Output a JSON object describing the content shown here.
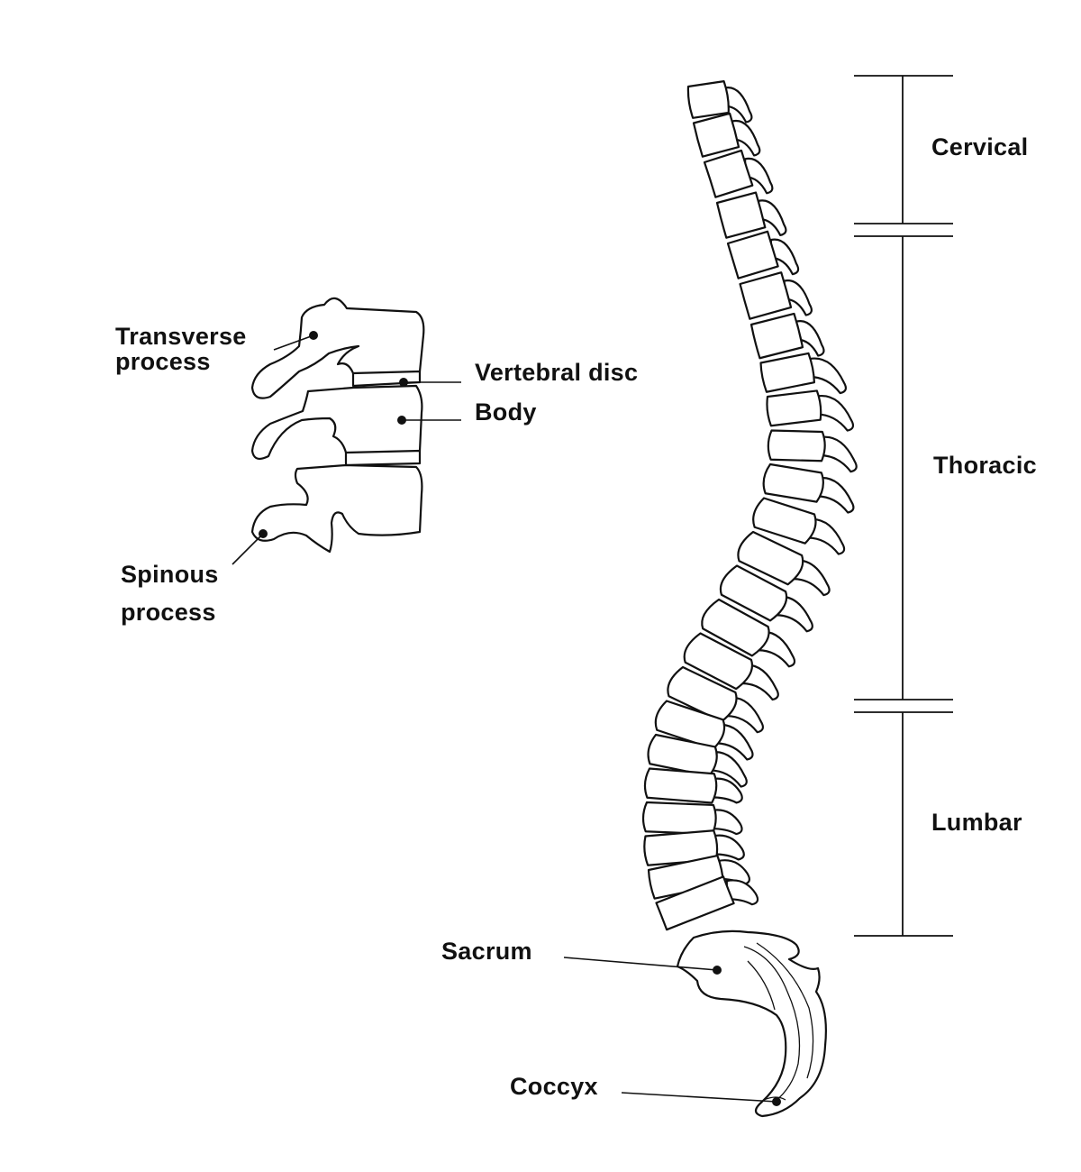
{
  "labels": {
    "transverse_line1": "Transverse",
    "transverse_line2": "process",
    "vertebral_disc": "Vertebral disc",
    "body": "Body",
    "spinous_line1": "Spinous",
    "spinous_line2": "process",
    "cervical": "Cervical",
    "thoracic": "Thoracic",
    "lumbar": "Lumbar",
    "sacrum": "Sacrum",
    "coccyx": "Coccyx"
  },
  "colors": {
    "stroke": "#111111",
    "background": "#ffffff"
  }
}
